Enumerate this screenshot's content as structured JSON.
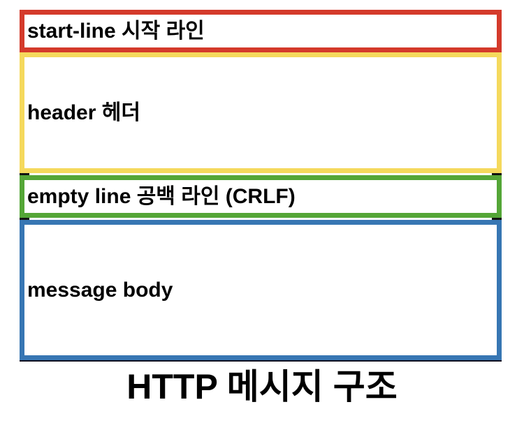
{
  "diagram": {
    "boxes": [
      {
        "id": "start-line",
        "label": "start-line 시작 라인",
        "border_color": "#d43a2b"
      },
      {
        "id": "header",
        "label": "header 헤더",
        "border_color": "#f5d95c"
      },
      {
        "id": "empty-line",
        "label": "empty line 공백 라인 (CRLF)",
        "border_color": "#54a637"
      },
      {
        "id": "message-body",
        "label": "message body",
        "border_color": "#3776b3"
      }
    ],
    "caption": "HTTP 메시지 구조",
    "colors": {
      "text": "#000000",
      "background": "#ffffff",
      "corner_tick": "#111111",
      "message_body_bottom_shadow": "#10101f"
    }
  }
}
